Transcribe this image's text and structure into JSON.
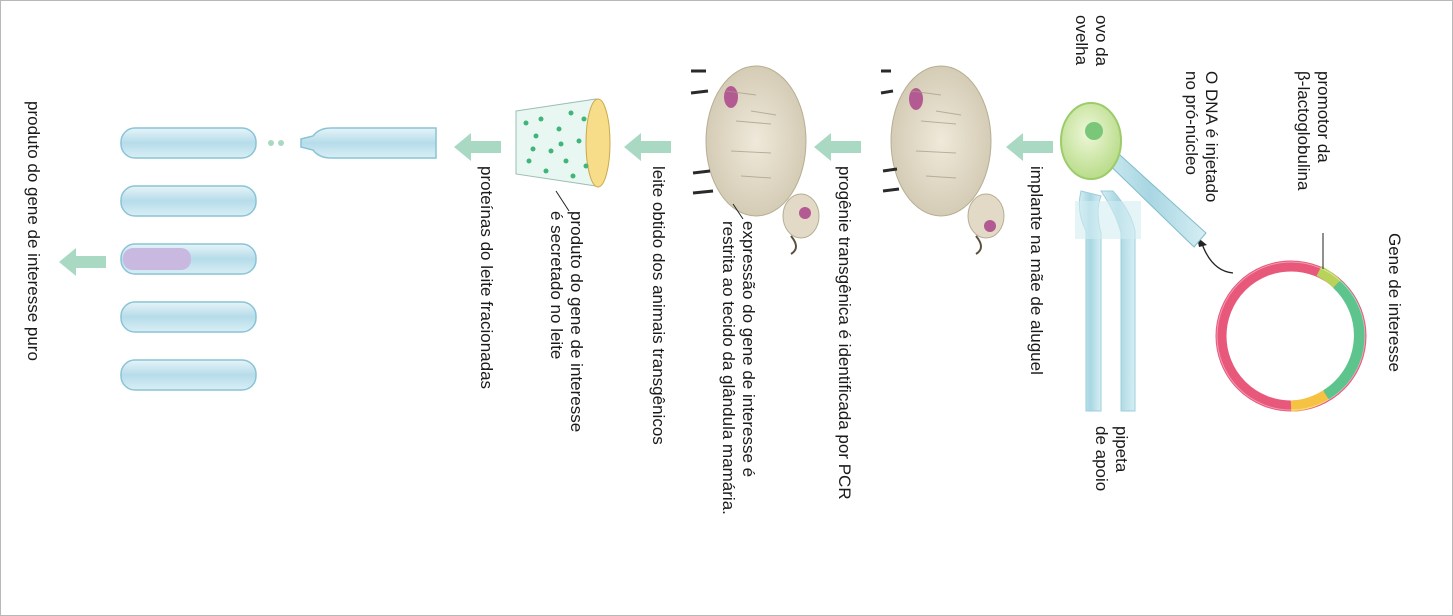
{
  "labels": {
    "gene_of_interest": "Gene de interesse",
    "promoter": "promotor da\nβ-lactoglobulina",
    "dna_injected": "O DNA é injetado\nno pró-núcleo",
    "sheep_egg": "ovo da\novelha",
    "holding_pipette": "pipeta\nde apoio",
    "implant": "implante na mãe de aluguel",
    "progeny": "progênie transgênica é identificada por PCR",
    "expression": "expressão do gene de interesse é\nrestrita ao tecido da glândula mamária.",
    "milk_obtained": "leite obtido dos animais transgênicos",
    "secreted": "produto do gene de interesse\né secretado no leite",
    "fractionated": "proteínas do leite fracionadas",
    "pure_product": "produto do gene de interesse puro"
  },
  "colors": {
    "plasmid_main": "#e8587a",
    "plasmid_gene": "#5cc48c",
    "plasmid_promoter": "#b8d25a",
    "plasmid_yellow": "#f5c244",
    "arrow": "#a9d9c3",
    "tube": "#bfe2ee",
    "tube_highlight": "#c9b8e0",
    "egg": "#cfe8a8",
    "sheep": "#ddd6c4",
    "udder": "#b45a92"
  },
  "icons": [
    "plasmid-icon",
    "egg-icon",
    "pipette-icon",
    "sheep-icon",
    "milk-cup-icon",
    "test-tube-icon",
    "arrow-icon"
  ]
}
